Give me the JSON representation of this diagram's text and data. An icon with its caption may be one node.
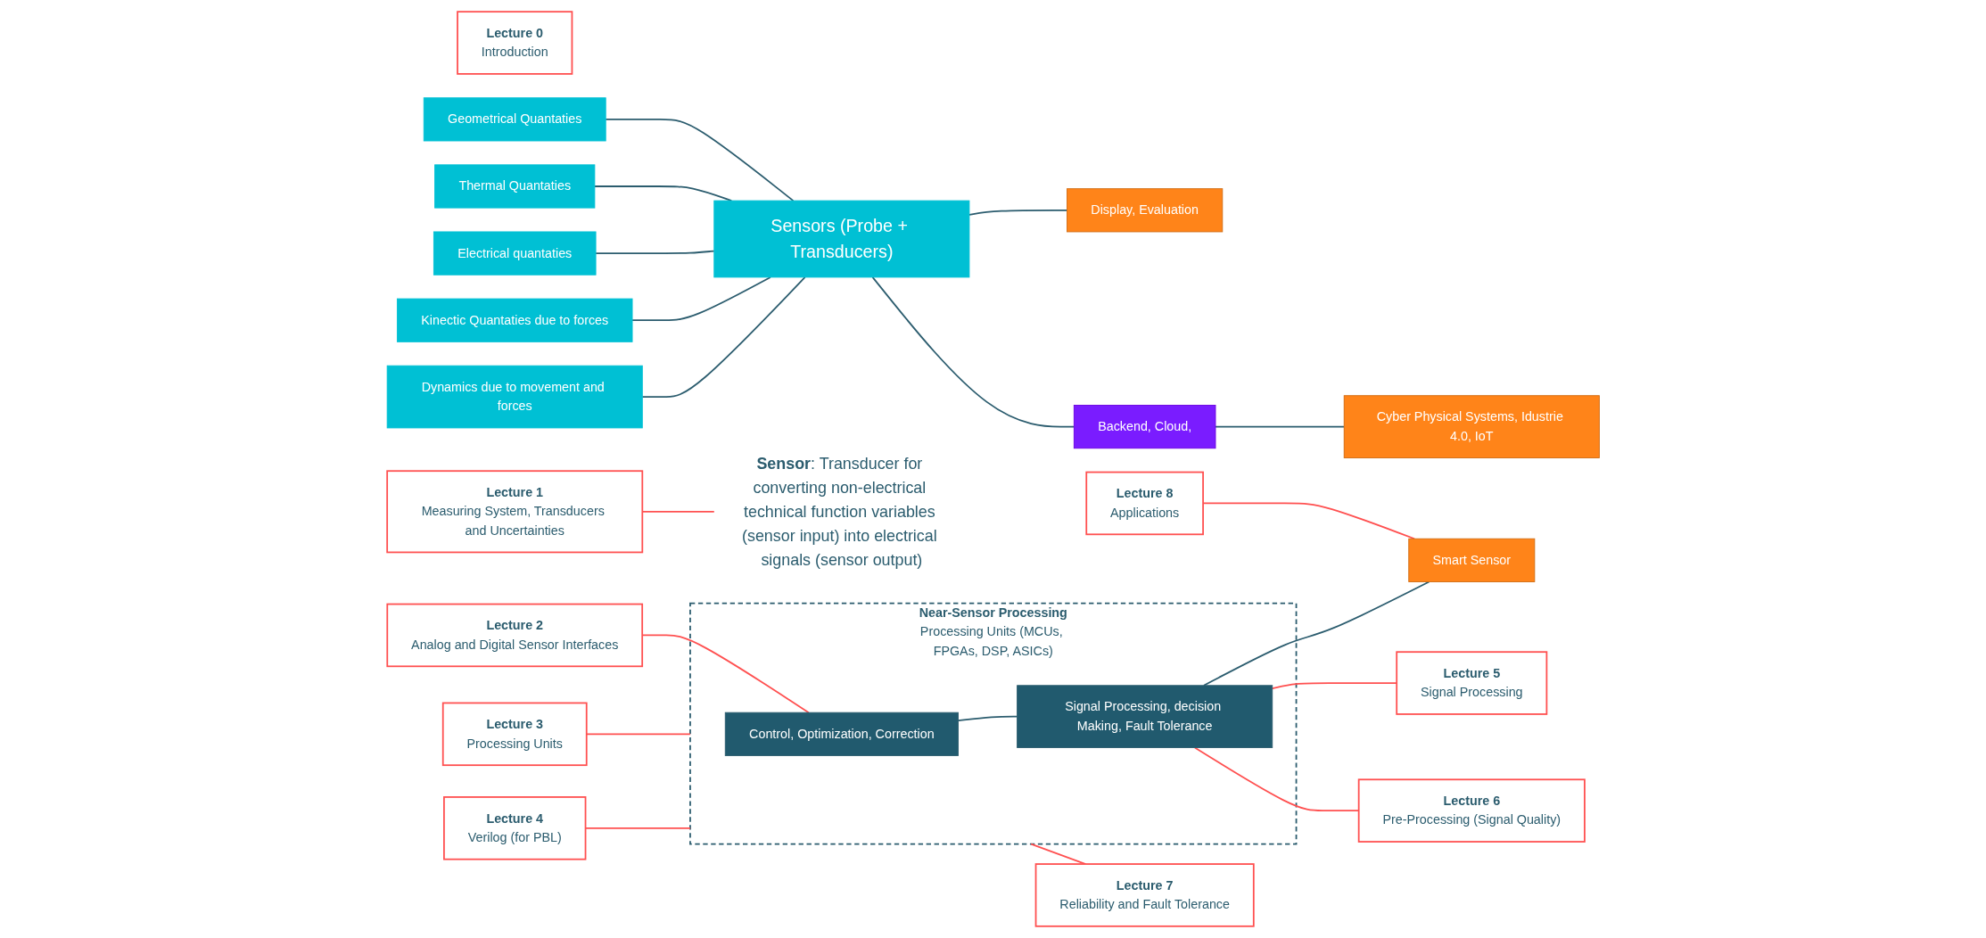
{
  "diagram": {
    "nodes": [
      {
        "text": [
          "Lecture 0",
          "Introduction"
        ]
      },
      {
        "text": [
          "Lecture 1",
          "Measuring System, Transducers and Uncertainties"
        ]
      },
      {
        "text": [
          "Geometrical Quantaties"
        ]
      },
      {
        "text": [
          "Thermal Quantaties"
        ]
      },
      {
        "text": [
          "Electrical quantaties"
        ]
      },
      {
        "text": [
          "Kinectic Quantaties due to forces"
        ]
      },
      {
        "text": [
          "Dynamics due to movement and forces"
        ]
      },
      {
        "text": [
          "**Sensor**: Transducer for converting non-electrical technical function variables (sensor input) into electrical signals (sensor output)"
        ]
      },
      {
        "text": [
          "Lecture 3",
          "Processing Units"
        ]
      },
      {
        "text": [
          "Near-Sensor Processing",
          "Processing Units (MCUs, FPGAs, DSP, ASICs)"
        ]
      },
      {
        "text": [
          "Sensors (Probe + Transducers)"
        ]
      },
      {
        "text": [
          "Control, Optimization, Correction"
        ],
        "in": 9
      },
      {
        "text": [
          "Signal Processing, decision Making, Fault Tolerance"
        ],
        "in": 9
      },
      {
        "text": [
          "Lecture 6",
          "Pre-Processing (Signal Quality)"
        ]
      },
      {
        "text": [
          "Lecture 7",
          "Reliability and Fault Tolerance"
        ]
      },
      {
        "text": [
          "Lecture 8",
          "Applications"
        ]
      },
      {
        "text": [
          "Display, Evaluation"
        ]
      },
      {
        "text": [
          "Smart Sensor"
        ]
      },
      {
        "text": [
          "Backend, Cloud,"
        ]
      },
      {
        "text": [
          "Cyber Physical Systems, Idustrie 4.0, IoT"
        ]
      },
      {
        "text": [
          "Lecture 4",
          "Verilog (for PBL)"
        ]
      },
      {
        "text": [
          "Lecture 2",
          "Analog and Digital Sensor Interfaces"
        ]
      },
      {
        "text": [
          "Lecture 5",
          "Signal Processing"
        ]
      }
    ],
    "edges": [
      {
        "from": 2,
        "to": 10,
        "arrow": "none"
      },
      {
        "from": 3,
        "to": 10,
        "arrow": "none"
      },
      {
        "from": 4,
        "to": 10,
        "arrow": "none"
      },
      {
        "from": 5,
        "to": 10,
        "arrow": "none"
      },
      {
        "from": 6,
        "to": 10,
        "arrow": "none"
      },
      {
        "from": 10,
        "to": 16,
        "arrow": "none"
      },
      {
        "from": 10,
        "to": 18,
        "arrow": "none"
      },
      {
        "from": 11,
        "to": 12,
        "arrow": "none"
      },
      {
        "from": 12,
        "to": 17,
        "arrow": "none"
      },
      {
        "from": 18,
        "to": 19,
        "arrow": "none"
      },
      {
        "from": 1,
        "to": 7,
        "arrow": "none",
        "color": "#ff5050"
      },
      {
        "from": 8,
        "to": 9,
        "arrow": "none",
        "color": "#ff5050"
      },
      {
        "from": 20,
        "to": 9,
        "arrow": "none",
        "color": "#ff5050"
      },
      {
        "from": 21,
        "to": 11,
        "arrow": "none",
        "color": "#ff5050"
      },
      {
        "from": 12,
        "to": 22,
        "arrow": "none",
        "color": "#ff5050"
      },
      {
        "from": 12,
        "to": 13,
        "arrow": "none",
        "color": "#ff5050"
      },
      {
        "from": 9,
        "to": 14,
        "arrow": "none",
        "color": "#ff5050"
      },
      {
        "from": 15,
        "to": 17,
        "arrow": "none",
        "color": "#ff5050"
      }
    ]
  }
}
